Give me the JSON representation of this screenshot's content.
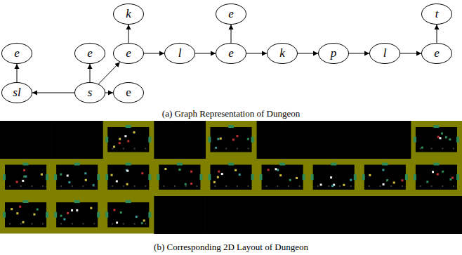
{
  "diagram": {
    "nodes": [
      {
        "text": [
          "k"
        ]
      },
      {
        "text": [
          "e"
        ]
      },
      {
        "text": [
          "t"
        ]
      },
      {
        "text": [
          "e"
        ]
      },
      {
        "text": [
          "e"
        ]
      },
      {
        "text": [
          "e"
        ]
      },
      {
        "text": [
          "l"
        ]
      },
      {
        "text": [
          "e"
        ]
      },
      {
        "text": [
          "k"
        ]
      },
      {
        "text": [
          "p"
        ]
      },
      {
        "text": [
          "l"
        ]
      },
      {
        "text": [
          "e"
        ]
      },
      {
        "text": [
          "sl"
        ]
      },
      {
        "text": [
          "s"
        ]
      },
      {
        "text": [
          "e"
        ]
      }
    ],
    "edges": [
      {
        "from": 12,
        "to": 3,
        "arrow": "to"
      },
      {
        "from": 13,
        "to": 12,
        "arrow": "to"
      },
      {
        "from": 13,
        "to": 4,
        "arrow": "to"
      },
      {
        "from": 13,
        "to": 5,
        "arrow": "to"
      },
      {
        "from": 13,
        "to": 14,
        "arrow": "to"
      },
      {
        "from": 5,
        "to": 0,
        "arrow": "to"
      },
      {
        "from": 5,
        "to": 6,
        "arrow": "to"
      },
      {
        "from": 6,
        "to": 7,
        "arrow": "to"
      },
      {
        "from": 7,
        "to": 1,
        "arrow": "to"
      },
      {
        "from": 7,
        "to": 8,
        "arrow": "to"
      },
      {
        "from": 8,
        "to": 9,
        "arrow": "to"
      },
      {
        "from": 9,
        "to": 10,
        "arrow": "to"
      },
      {
        "from": 10,
        "to": 11,
        "arrow": "to"
      },
      {
        "from": 11,
        "to": 2,
        "arrow": "to"
      }
    ],
    "labels": [
      "(a) Graph Representation of Dungeon",
      "(b) Corresponding 2D Layout of Dungeon"
    ]
  }
}
